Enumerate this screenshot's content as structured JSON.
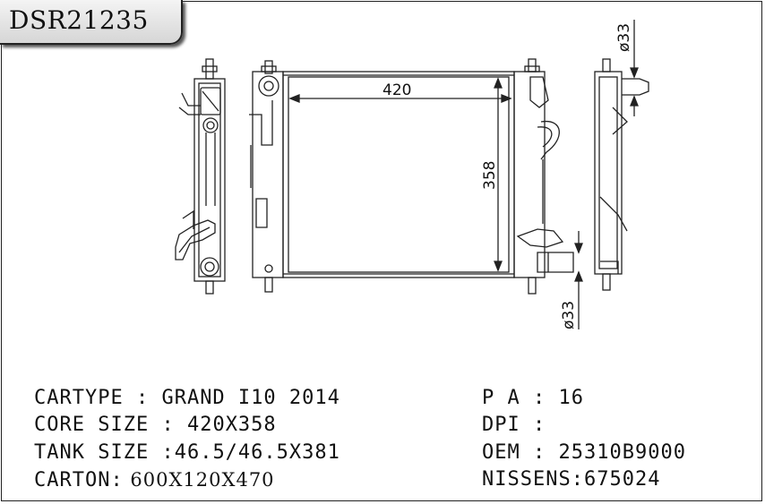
{
  "part_number": "DSR21235",
  "dimensions": {
    "width": "420",
    "height": "358",
    "inlet": "ø33",
    "outlet": "ø33"
  },
  "specs": {
    "cartype_label": "CARTYPE : ",
    "cartype_value": "GRAND I10 2014",
    "core_label": "CORE SIZE : ",
    "core_value": "420X358",
    "tank_label": "TANK SIZE :",
    "tank_value": "46.5/46.5X381",
    "carton_label": "CARTON:",
    "carton_value": " 600X120X470",
    "pa_label": "P A : ",
    "pa_value": "16",
    "dpi_label": "DPI :",
    "dpi_value": "",
    "oem_label": "OEM : ",
    "oem_value": "25310B9000",
    "nissens_label": "NISSENS:",
    "nissens_value": "675024"
  }
}
